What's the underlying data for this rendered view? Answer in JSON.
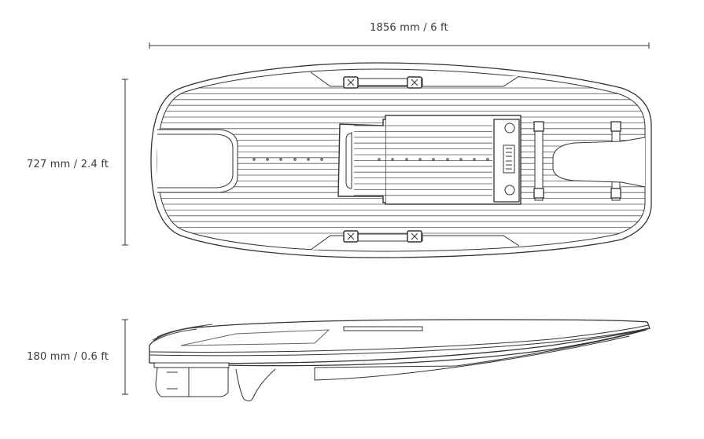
{
  "dimensions": {
    "length": "1856 mm / 6 ft",
    "width": "727 mm / 2.4 ft",
    "height": "180 mm / 0.6 ft"
  },
  "colors": {
    "line": "#333333",
    "background": "#ffffff"
  }
}
